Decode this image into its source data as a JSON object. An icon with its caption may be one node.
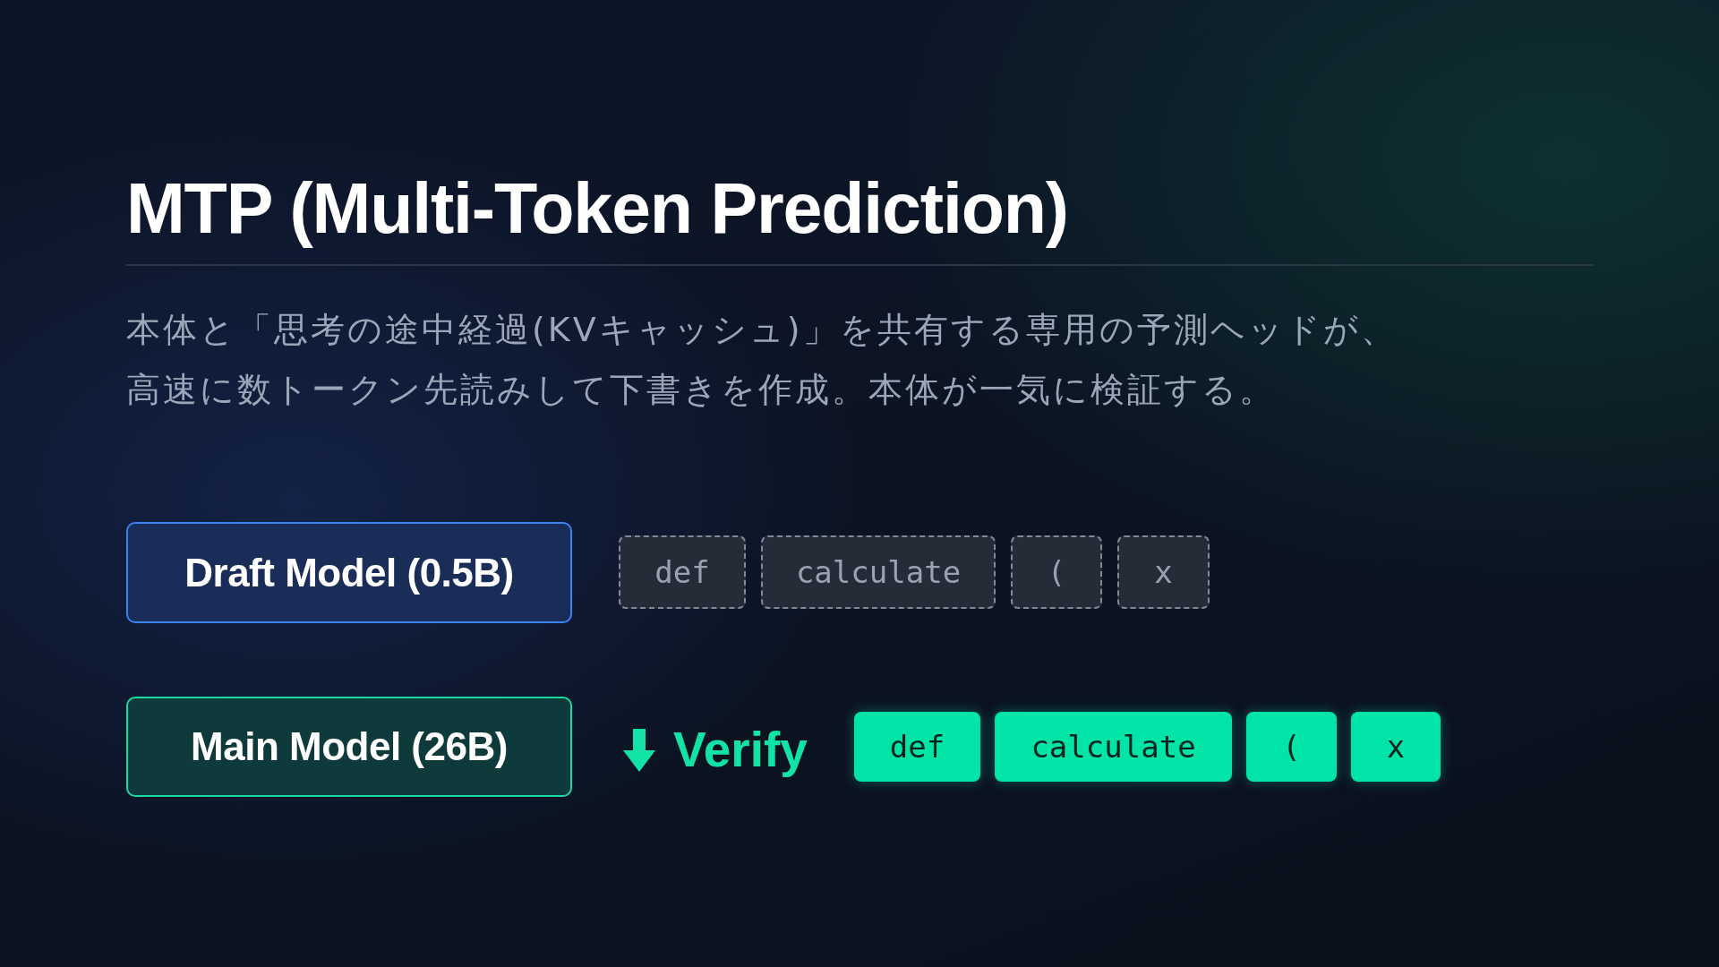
{
  "diagram": {
    "title": "MTP (Multi-Token Prediction)",
    "nodes": [
      {
        "text": [
          "Draft Model (0.5B)"
        ]
      },
      {
        "text": [
          "def"
        ]
      },
      {
        "text": [
          "calculate"
        ]
      },
      {
        "text": [
          "("
        ]
      },
      {
        "text": [
          "x"
        ]
      },
      {
        "text": [
          "Main Model (26B)"
        ]
      },
      {
        "text": [
          "def"
        ]
      },
      {
        "text": [
          "calculate"
        ]
      },
      {
        "text": [
          "("
        ]
      },
      {
        "text": [
          "x"
        ]
      }
    ],
    "labels": [
      "本体と「思考の途中経過(KVキャッシュ)」を共有する専用の予測ヘッドが、高速に数トークン先読みして下書きを作成。本体が一気に検証する。",
      "Verify"
    ]
  }
}
